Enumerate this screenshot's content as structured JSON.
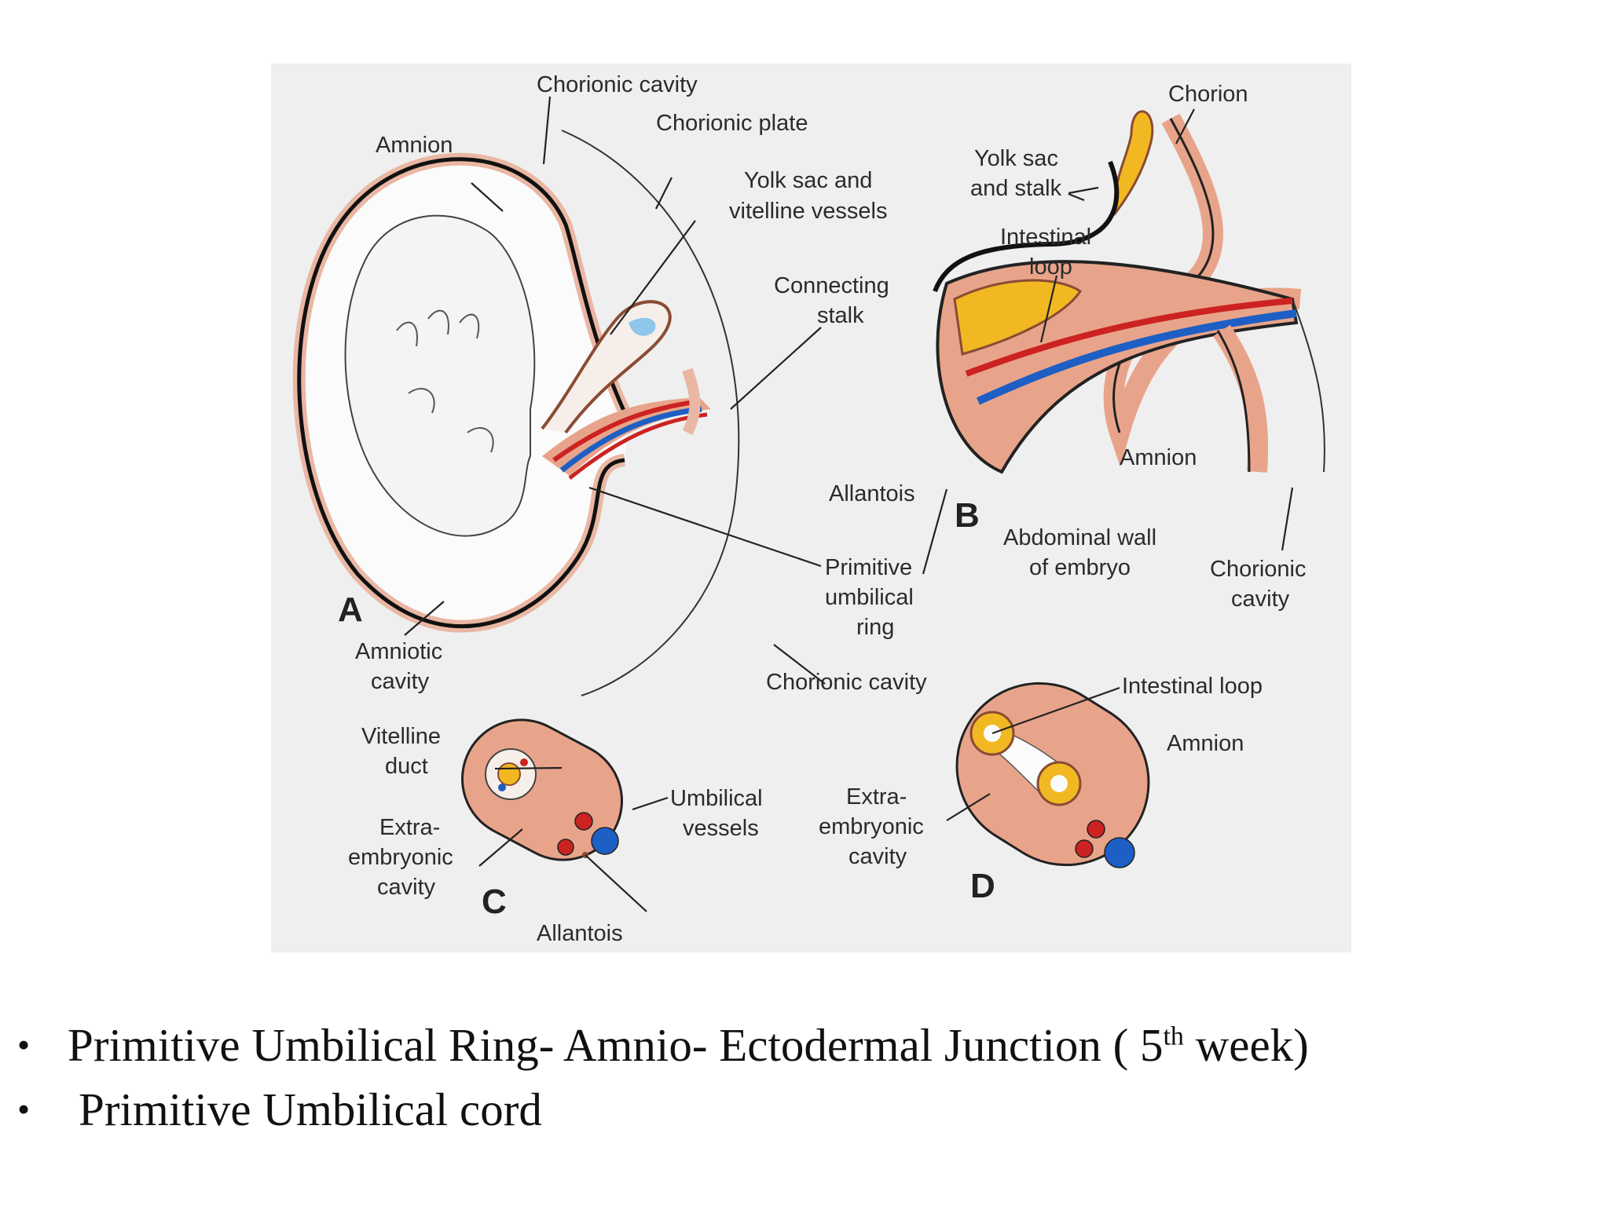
{
  "figure": {
    "panel_letters": {
      "a": "A",
      "b": "B",
      "c": "C",
      "d": "D"
    },
    "labels": {
      "chorionic_cavity_top": "Chorionic cavity",
      "chorionic_plate": "Chorionic plate",
      "amnion_a": "Amnion",
      "yolk_sac_vessels_1": "Yolk sac and",
      "yolk_sac_vessels_2": "vitelline vessels",
      "connecting_stalk_1": "Connecting",
      "connecting_stalk_2": "stalk",
      "amniotic_cavity_1": "Amniotic",
      "amniotic_cavity_2": "cavity",
      "primitive_ring_1": "Primitive",
      "primitive_ring_2": "umbilical",
      "primitive_ring_3": "ring",
      "chorionic_cavity_bottom": "Chorionic cavity",
      "chorion": "Chorion",
      "yolk_stalk_1": "Yolk sac",
      "yolk_stalk_2": "and stalk",
      "intestinal_loop_b_1": "Intestinal",
      "intestinal_loop_b_2": "loop",
      "allantois_b": "Allantois",
      "amnion_b": "Amnion",
      "abdominal_wall_1": "Abdominal wall",
      "abdominal_wall_2": "of embryo",
      "chorionic_cavity_b_1": "Chorionic",
      "chorionic_cavity_b_2": "cavity",
      "vitelline_duct_1": "Vitelline",
      "vitelline_duct_2": "duct",
      "extra_c_1": "Extra-",
      "extra_c_2": "embryonic",
      "extra_c_3": "cavity",
      "umbilical_vessels_1": "Umbilical",
      "umbilical_vessels_2": "vessels",
      "allantois_c": "Allantois",
      "intestinal_loop_d": "Intestinal loop",
      "amnion_d": "Amnion",
      "extra_d_1": "Extra-",
      "extra_d_2": "embryonic",
      "extra_d_3": "cavity"
    },
    "colors": {
      "panel": "#efefef",
      "tissue": "#e8a48a",
      "artery": "#cc2222",
      "vein": "#1d5fc4",
      "yolk": "#f2b822"
    }
  },
  "bullets": [
    {
      "marker": "•",
      "text_before": "Primitive Umbilical Ring-  Amnio- Ectodermal Junction ( 5",
      "superscript": "th",
      "text_after": " week)"
    },
    {
      "marker": "•",
      "text": "Primitive Umbilical cord"
    }
  ]
}
